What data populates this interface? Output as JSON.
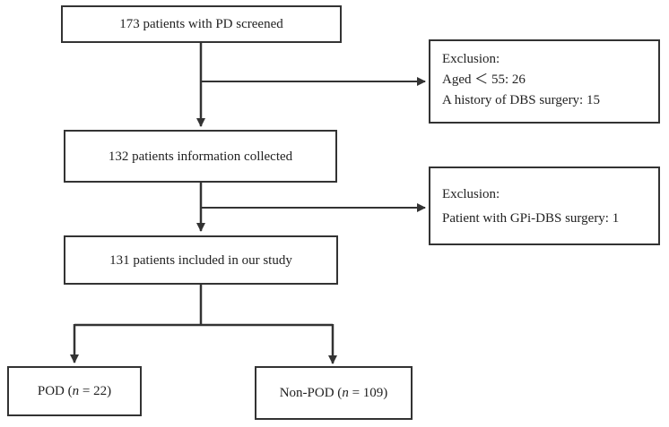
{
  "flowchart": {
    "screened": "173 patients with PD screened",
    "exclusion1": {
      "heading": "Exclusion:",
      "lines": [
        "Aged ＜ 55: 26",
        "A history of  DBS surgery: 15"
      ]
    },
    "collected": "132 patients information collected",
    "exclusion2": {
      "heading": "Exclusion:",
      "lines": [
        "Patient with GPi-DBS surgery: 1"
      ]
    },
    "included": "131 patients included in our study",
    "pod": {
      "prefix": "POD (",
      "n_symbol": "n",
      "suffix": " = 22)"
    },
    "non_pod": {
      "prefix": "Non-POD (",
      "n_symbol": "n",
      "suffix": " = 109)"
    }
  },
  "colors": {
    "border": "#333333",
    "arrow": "#333333",
    "text": "#222222"
  }
}
